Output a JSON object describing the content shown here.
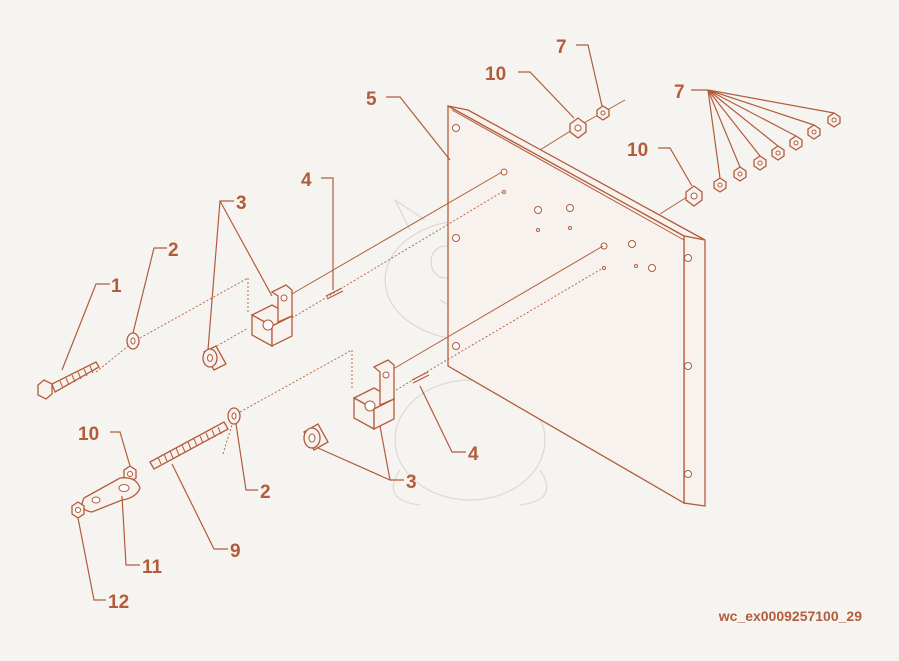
{
  "callouts": {
    "c1": "1",
    "c2a": "2",
    "c2b": "2",
    "c3a": "3",
    "c3b": "3",
    "c4a": "4",
    "c4b": "4",
    "c5": "5",
    "c7a": "7",
    "c7b": "7",
    "c9": "9",
    "c10a": "10",
    "c10b": "10",
    "c10c": "10",
    "c11": "11",
    "c12": "12"
  },
  "figure_code": "wc_ex0009257100_29",
  "colors": {
    "accent": "#b35c3c",
    "background": "#f6f4f1"
  }
}
